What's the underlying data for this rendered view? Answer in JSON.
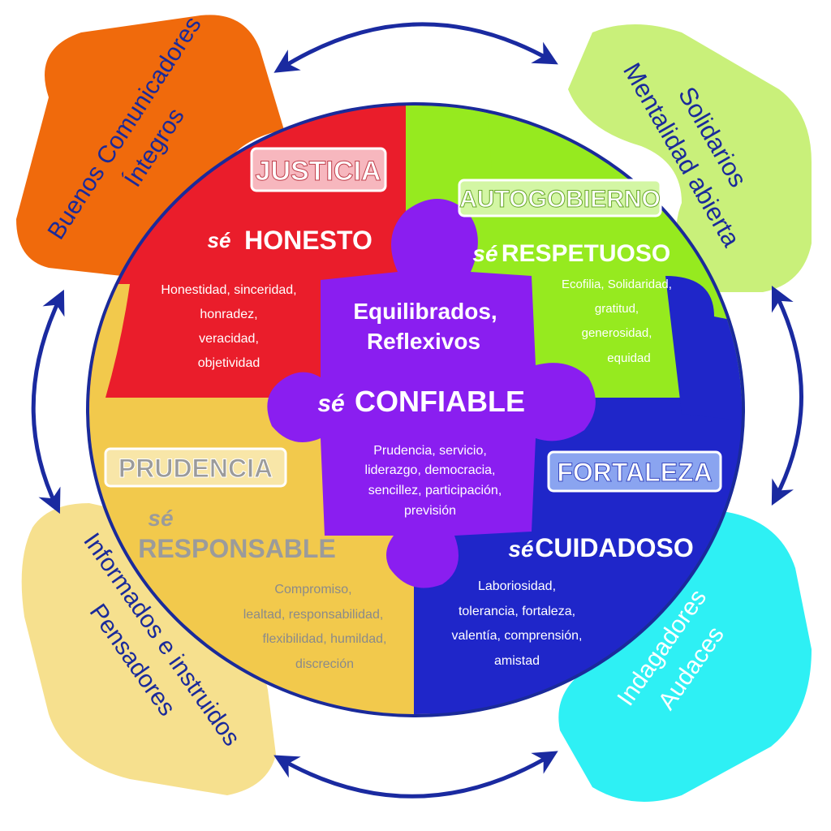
{
  "colors": {
    "orange": "#f06a0c",
    "lime": "#c9f07a",
    "paleyellow": "#f6e08e",
    "cyan": "#2ef0f4",
    "red": "#ea1d2b",
    "green": "#96ea1f",
    "gold": "#f2c94c",
    "blue": "#1f26c9",
    "purple": "#8a1ef0",
    "outline": "#1a2a9a",
    "arrow": "#1a2aa0",
    "corner_text": "#1a2a9a"
  },
  "corners": {
    "top_left": {
      "line1": "Buenos Comunicadores",
      "line2": "Íntegros"
    },
    "top_right": {
      "line1": "Solidarios",
      "line2": "Mentalidad abierta"
    },
    "bottom_left": {
      "line1": "Informados e instruidos",
      "line2": "Pensadores"
    },
    "bottom_right": {
      "line1": "Indagadores",
      "line2": "Audaces"
    }
  },
  "pieces": {
    "justicia": {
      "title": "JUSTICIA",
      "se": "sé",
      "trait": "HONESTO",
      "lines": [
        "Honestidad, sinceridad,",
        "honradez,",
        "veracidad,",
        "objetividad"
      ]
    },
    "autogobierno": {
      "title": "AUTOGOBIERNO",
      "se": "sé",
      "trait": "RESPETUOSO",
      "lines": [
        "Ecofilia, Solidaridad,",
        "gratitud,",
        "generosidad,",
        "equidad"
      ]
    },
    "prudencia": {
      "title": "PRUDENCIA",
      "se": "sé",
      "trait": "RESPONSABLE",
      "lines": [
        "Compromiso,",
        "lealtad,  responsabilidad,",
        "flexibilidad, humildad,",
        "discreción"
      ]
    },
    "fortaleza": {
      "title": "FORTALEZA",
      "se": "sé",
      "trait": "CUIDADOSO",
      "lines": [
        "Laboriosidad,",
        "tolerancia, fortaleza,",
        "valentía, comprensión,",
        "amistad"
      ]
    },
    "center": {
      "heading1": "Equilibrados,",
      "heading2": "Reflexivos",
      "se": "sé",
      "trait": "CONFIABLE",
      "lines": [
        "Prudencia, servicio,",
        "liderazgo, democracia,",
        "sencillez, participación,",
        "previsión"
      ]
    }
  }
}
